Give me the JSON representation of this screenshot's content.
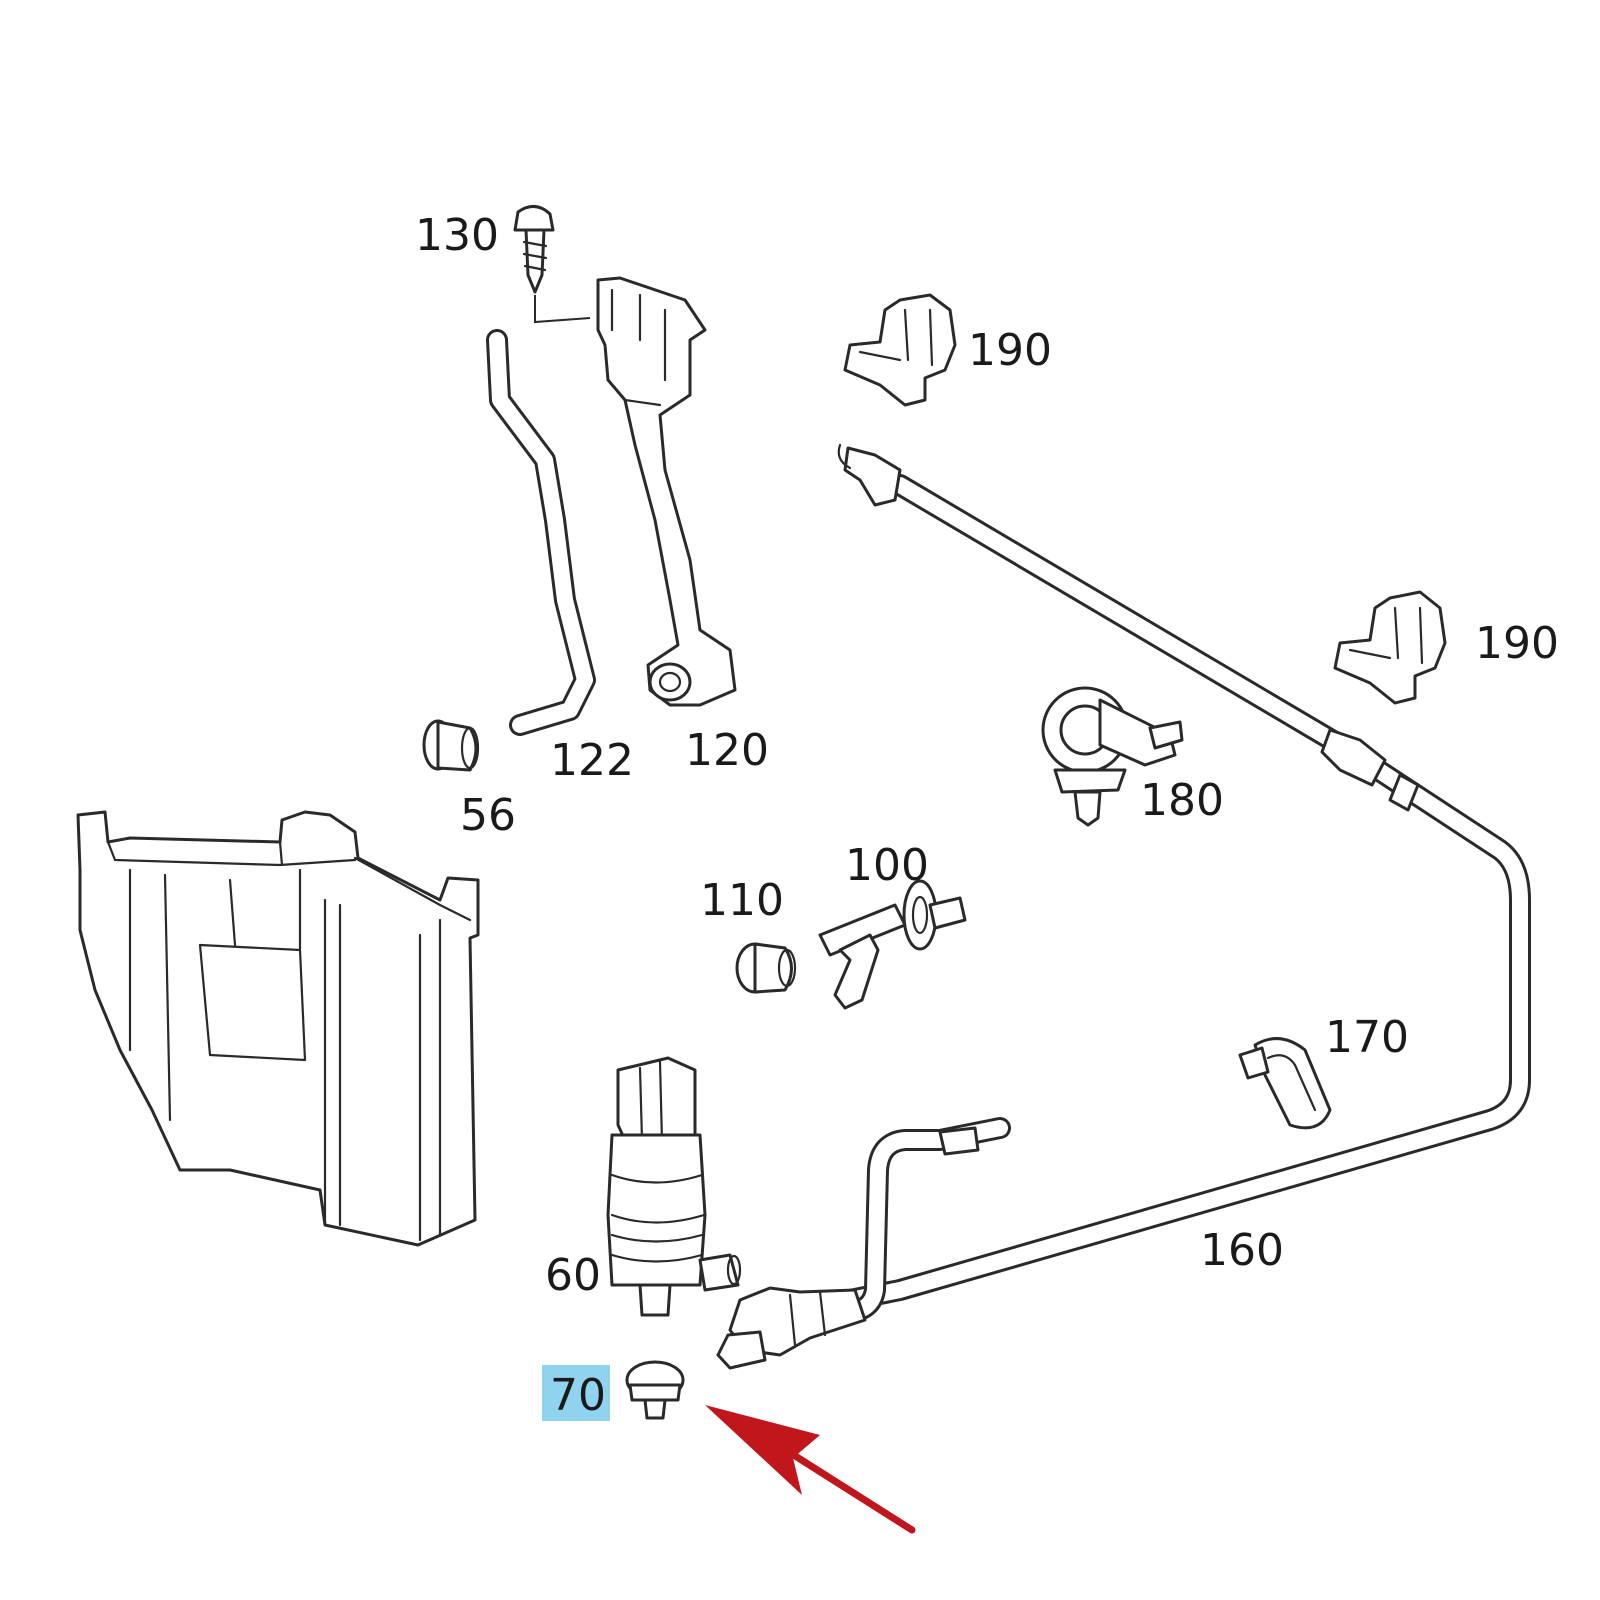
{
  "callouts": {
    "c130": "130",
    "c190a": "190",
    "c190b": "190",
    "c122": "122",
    "c120": "120",
    "c56": "56",
    "c180": "180",
    "c100": "100",
    "c110": "110",
    "c170": "170",
    "c160": "160",
    "c60": "60",
    "c70": "70"
  },
  "highlight": {
    "part": "70",
    "color": "#8fd3ee"
  },
  "arrow": {
    "color": "#c0161c",
    "points_to": "70"
  }
}
